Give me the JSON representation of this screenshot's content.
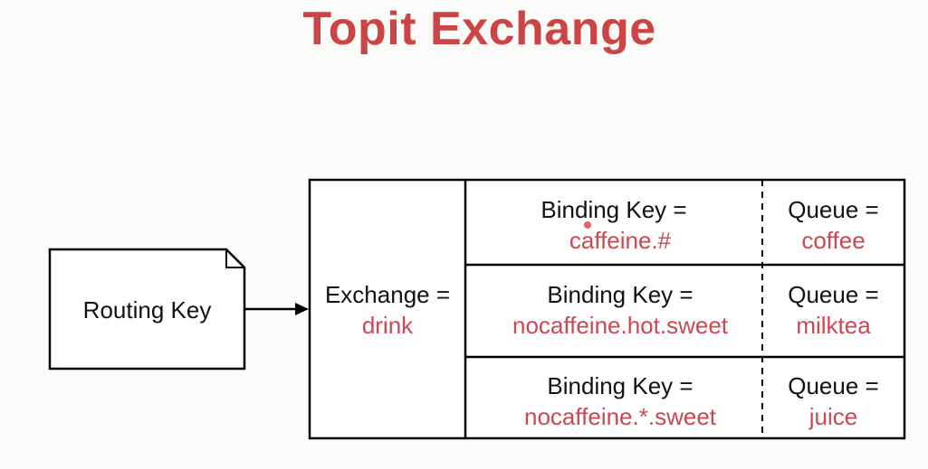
{
  "title": "Topit Exchange",
  "routing_key": "Routing Key",
  "exchange": {
    "label": "Exchange =",
    "name": "drink"
  },
  "bindings": [
    {
      "binding_label": "Binding Key =",
      "binding_key": "caffeine.#",
      "queue_label": "Queue =",
      "queue": "coffee"
    },
    {
      "binding_label": "Binding Key =",
      "binding_key": "nocaffeine.hot.sweet",
      "queue_label": "Queue =",
      "queue": "milktea"
    },
    {
      "binding_label": "Binding Key =",
      "binding_key": "nocaffeine.*.sweet",
      "queue_label": "Queue =",
      "queue": "juice"
    }
  ],
  "colors": {
    "title": "#cc4444",
    "value": "#cc4850",
    "line": "#000000"
  }
}
